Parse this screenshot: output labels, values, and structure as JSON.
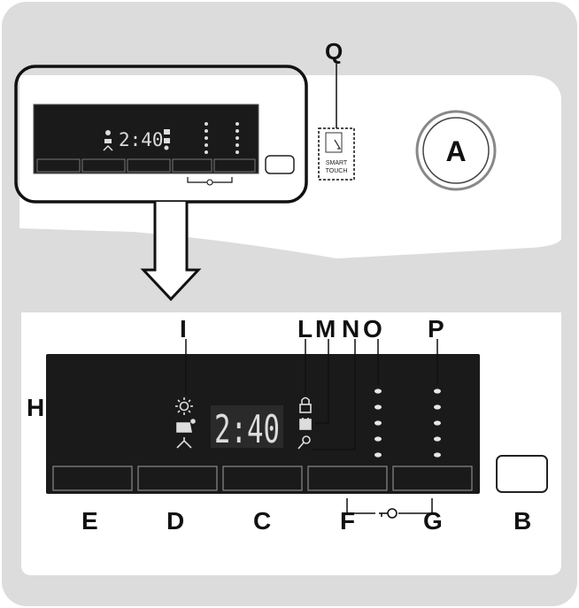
{
  "display_time": "2:40",
  "labels": {
    "A": "A",
    "B": "B",
    "C": "C",
    "D": "D",
    "E": "E",
    "F": "F",
    "G": "G",
    "H": "H",
    "I": "I",
    "L": "L",
    "M": "M",
    "N": "N",
    "O": "O",
    "P": "P",
    "Q": "Q"
  },
  "smart_touch_text": [
    "SMART",
    "TOUCH"
  ],
  "icons": {
    "left_column": [
      "sun-icon",
      "iron-shirt-icon",
      "hanger-icon"
    ],
    "right_column": [
      "padlock-icon",
      "shirt-care-icon",
      "key-icon"
    ],
    "key_link": "key-link-icon"
  },
  "colors": {
    "frame": "#dcdcdc",
    "machine_panel": "#ffffff",
    "display_bg": "#1a1a1a",
    "indicator": "#e6e6e6",
    "outline": "#111111"
  }
}
